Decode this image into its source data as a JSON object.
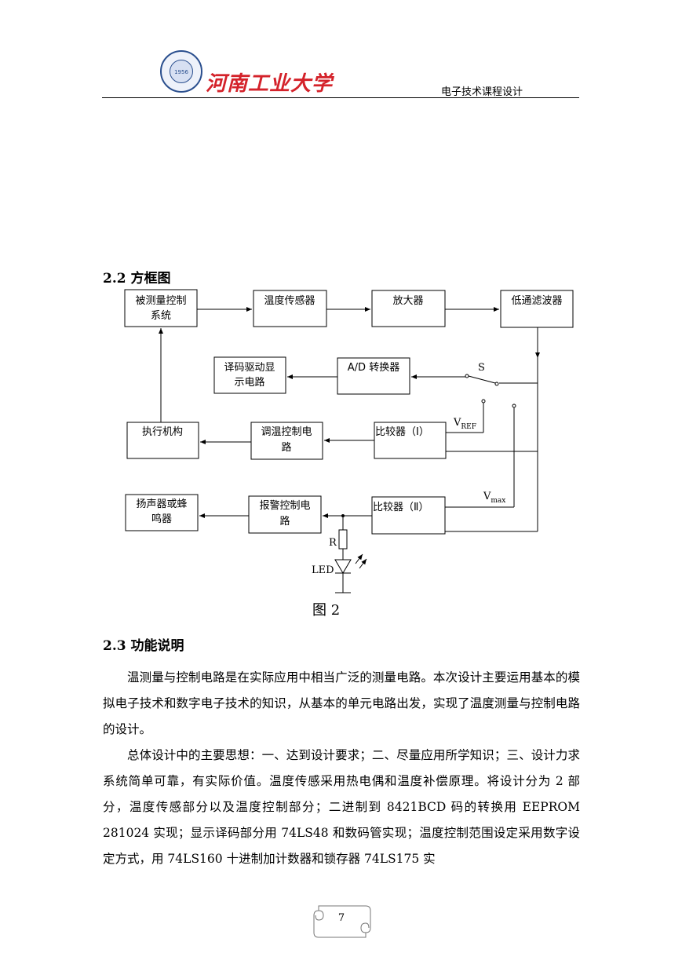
{
  "header": {
    "university_name": "河南工业大学",
    "course_title": "电子技术课程设计",
    "seal_text": "1956"
  },
  "section_2_2": {
    "heading": "2.2 方框图"
  },
  "diagram": {
    "blocks": {
      "controlled_system": [
        "被测量控制",
        "系统"
      ],
      "temp_sensor": "温度传感器",
      "amplifier": "放大器",
      "lowpass": "低通滤波器",
      "decoder_driver": [
        "译码驱动显",
        "示电路"
      ],
      "adc": "A/D 转换器",
      "actuator": "执行机构",
      "temp_control": [
        "调温控制电",
        "路"
      ],
      "comparator1": "比较器（Ⅰ）",
      "speaker": [
        "扬声器或蜂",
        "鸣器"
      ],
      "alarm_control": [
        "报警控制电",
        "路"
      ],
      "comparator2": "比较器（Ⅱ）"
    },
    "labels": {
      "switch": "S",
      "vref_main": "V",
      "vref_sub": "REF",
      "vmax_main": "V",
      "vmax_sub": "max",
      "resistor": "R",
      "led": "LED"
    },
    "caption": "图 2"
  },
  "section_2_3": {
    "heading": "2.3 功能说明",
    "paragraph1": "温测量与控制电路是在实际应用中相当广泛的测量电路。本次设计主要运用基本的模拟电子技术和数字电子技术的知识，从基本的单元电路出发，实现了温度测量与控制电路的设计。",
    "paragraph2": "总体设计中的主要思想：一、达到设计要求；二、尽量应用所学知识；三、设计力求系统简单可靠，有实际价值。温度传感采用热电偶和温度补偿原理。将设计分为 2 部分，温度传感部分以及温度控制部分；二进制到 8421BCD 码的转换用 EEPROM 281024 实现；显示译码部分用 74LS48 和数码管实现；温度控制范围设定采用数字设定方式，用 74LS160 十进制加计数器和锁存器 74LS175 实"
  },
  "footer": {
    "page_number": "7"
  }
}
